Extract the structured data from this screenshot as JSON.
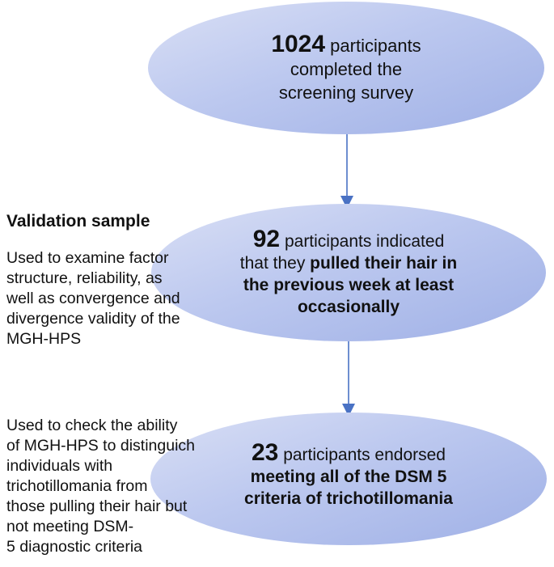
{
  "nodes": [
    {
      "id": "screening",
      "number": "1024",
      "lines": [
        " participants",
        "completed the",
        "screening survey"
      ]
    },
    {
      "id": "pulled",
      "number": "92",
      "text_first": " participants indicated",
      "text_plain": "that they ",
      "text_bold": "pulled their hair in the previous week at least occasionally"
    },
    {
      "id": "dsm",
      "number": "23",
      "text_first": " participants endorsed",
      "text_bold": "meeting all of the DSM 5 criteria of trichotillomania"
    }
  ],
  "validation": {
    "title": "Validation sample",
    "description": "Used to examine factor\nstructure, reliability, as\nwell as convergence and\ndivergence validity of the\nMGH-HPS"
  },
  "distinguish": {
    "description": "Used to check the ability\nof  MGH-HPS to distinguich\nindividuals with\ntrichotillomania from\nthose pulling their hair but\nnot meeting DSM-\n5 diagnostic criteria"
  },
  "colors": {
    "ellipse_light": "#d9dff5",
    "ellipse_dark": "#9fb0e6",
    "arrow": "#4a72c4"
  }
}
